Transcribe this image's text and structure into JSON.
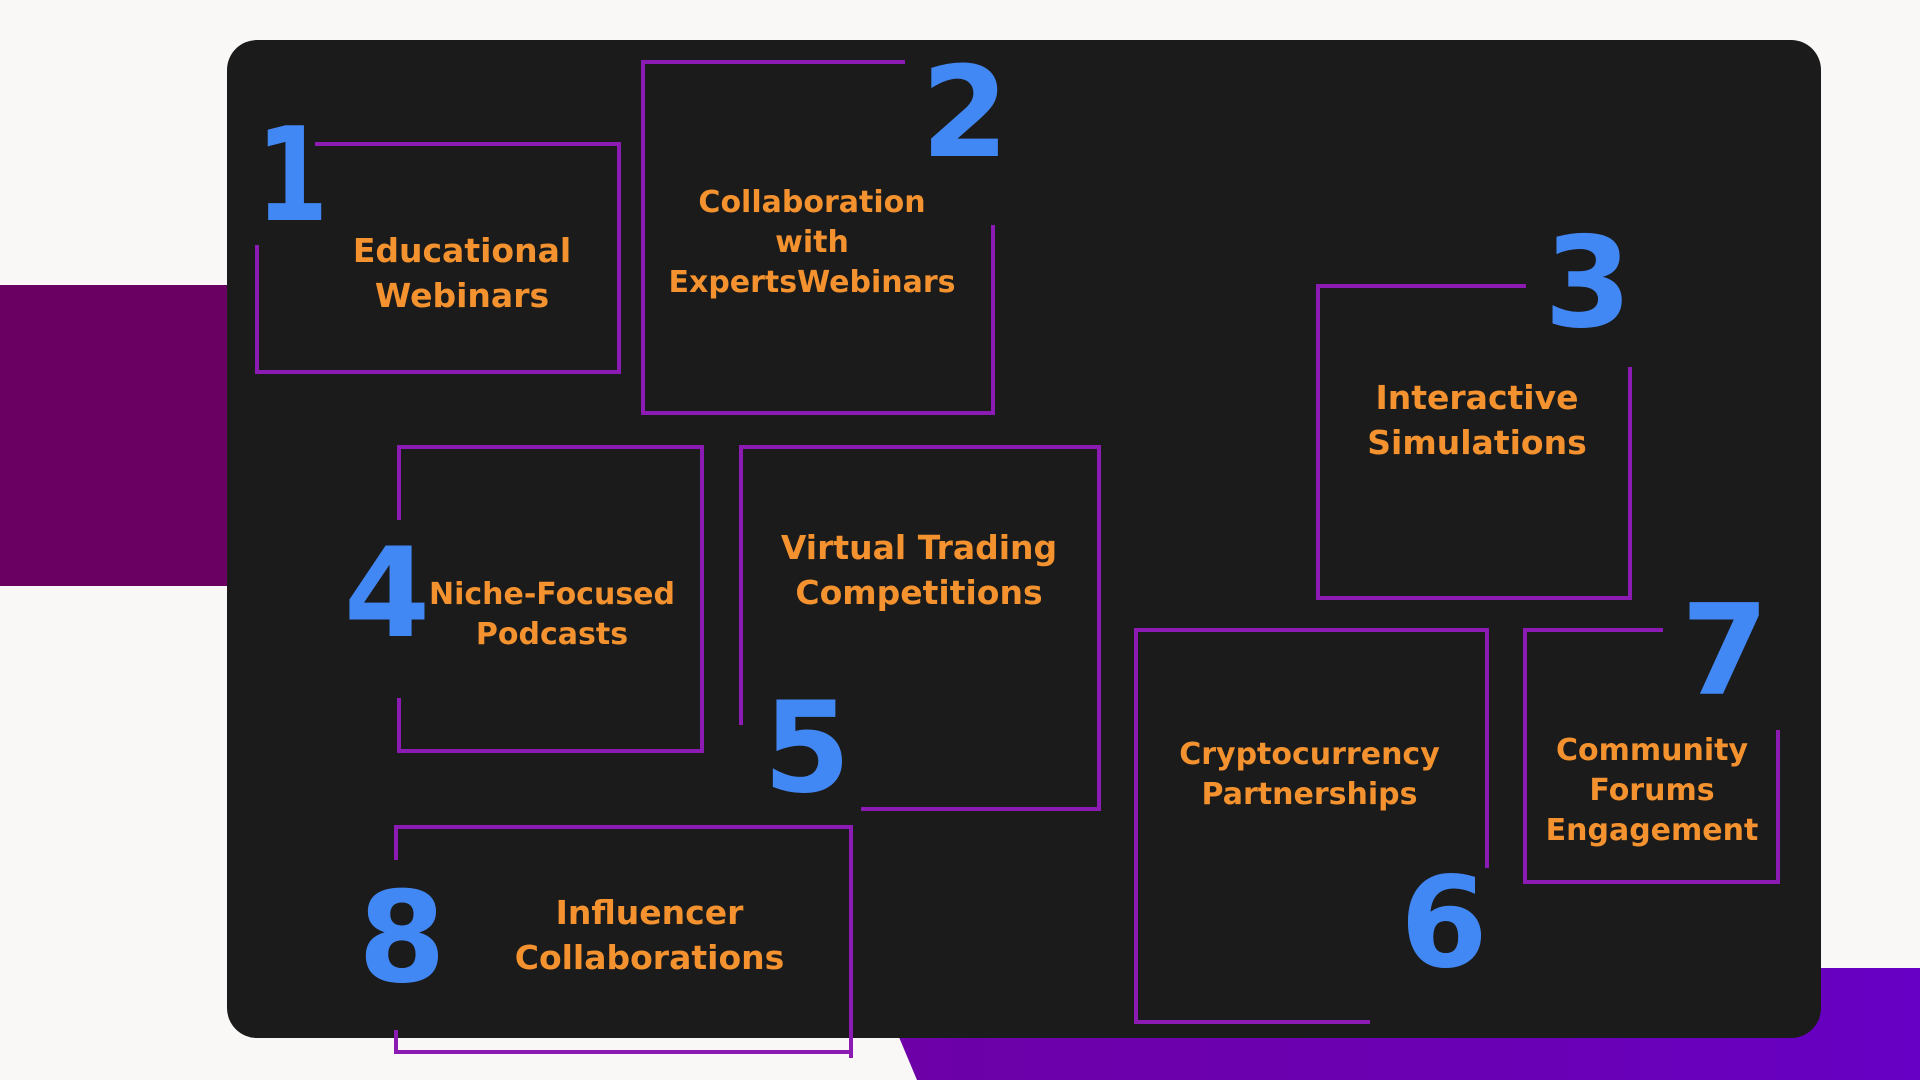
{
  "diagram": {
    "items": [
      {
        "number": "1",
        "label": "Educational Webinars"
      },
      {
        "number": "2",
        "label": "Collaboration with ExpertsWebinars"
      },
      {
        "number": "3",
        "label": "Interactive Simulations"
      },
      {
        "number": "4",
        "label": "Niche-Focused Podcasts"
      },
      {
        "number": "5",
        "label": "Virtual Trading Competitions"
      },
      {
        "number": "6",
        "label": "Cryptocurrency Partnerships"
      },
      {
        "number": "7",
        "label": "Community Forums Engagement"
      },
      {
        "number": "8",
        "label": "Influencer Collaborations"
      }
    ]
  },
  "colors": {
    "panel": "#1b1b1b",
    "box_outline": "#8c1bb4",
    "number": "#4288f5",
    "label": "#f3922e",
    "accent_band_left": "#6a0062",
    "accent_band_right": "#6a00b4"
  }
}
